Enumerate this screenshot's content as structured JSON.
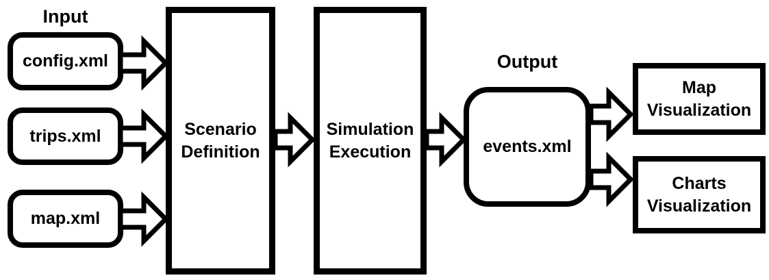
{
  "diagram": {
    "title_hint": "Simulation pipeline flowchart",
    "colors": {
      "stroke": "#000000",
      "node_fill": "#ffffff",
      "background": "#ffffff",
      "text": "#000000"
    },
    "labels": {
      "input": "Input",
      "output": "Output"
    },
    "nodes": {
      "config": {
        "label": "config.xml"
      },
      "trips": {
        "label": "trips.xml"
      },
      "map": {
        "label": "map.xml"
      },
      "scenario": {
        "line1": "Scenario",
        "line2": "Definition"
      },
      "simulation": {
        "line1": "Simulation",
        "line2": "Execution"
      },
      "events": {
        "label": "events.xml"
      },
      "map_viz": {
        "line1": "Map",
        "line2": "Visualization"
      },
      "charts_viz": {
        "line1": "Charts",
        "line2": "Visualization"
      }
    },
    "edges": [
      {
        "from": "config.xml",
        "to": "Scenario Definition"
      },
      {
        "from": "trips.xml",
        "to": "Scenario Definition"
      },
      {
        "from": "map.xml",
        "to": "Scenario Definition"
      },
      {
        "from": "Scenario Definition",
        "to": "Simulation Execution"
      },
      {
        "from": "Simulation Execution",
        "to": "events.xml"
      },
      {
        "from": "events.xml",
        "to": "Map Visualization"
      },
      {
        "from": "events.xml",
        "to": "Charts Visualization"
      }
    ]
  }
}
